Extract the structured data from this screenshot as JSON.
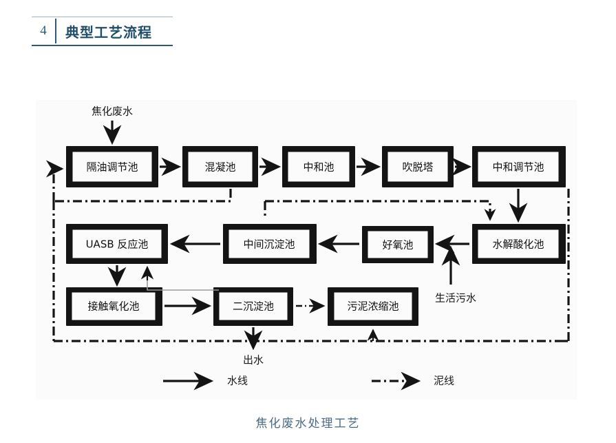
{
  "header": {
    "number": "4",
    "title": "典型工艺流程"
  },
  "figure": {
    "caption": "焦化废水处理工艺",
    "inlet_label": "焦化废水",
    "outlet_label": "出水",
    "side_inlet_label": "生活污水",
    "boxes": [
      {
        "id": "b1",
        "label": "隔油调节池"
      },
      {
        "id": "b2",
        "label": "混凝池"
      },
      {
        "id": "b3",
        "label": "中和池"
      },
      {
        "id": "b4",
        "label": "吹脱塔"
      },
      {
        "id": "b5",
        "label": "中和调节池"
      },
      {
        "id": "b6",
        "label": "UASB 反应池"
      },
      {
        "id": "b7",
        "label": "中间沉淀池"
      },
      {
        "id": "b8",
        "label": "好氧池"
      },
      {
        "id": "b9",
        "label": "水解酸化池"
      },
      {
        "id": "b10",
        "label": "接触氧化池"
      },
      {
        "id": "b11",
        "label": "二沉淀池"
      },
      {
        "id": "b12",
        "label": "污泥浓缩池"
      }
    ],
    "legend": [
      {
        "id": "water",
        "label": "水线",
        "style": "solid"
      },
      {
        "id": "sludge",
        "label": "泥线",
        "style": "dash-dot"
      }
    ]
  },
  "colors": {
    "accent": "#2e5a79",
    "title": "#1f4e6b",
    "caption": "#4a6a85",
    "ink": "#141414",
    "figure_bg": "#fbfbfb",
    "thin_line": "#9a9a9a"
  }
}
